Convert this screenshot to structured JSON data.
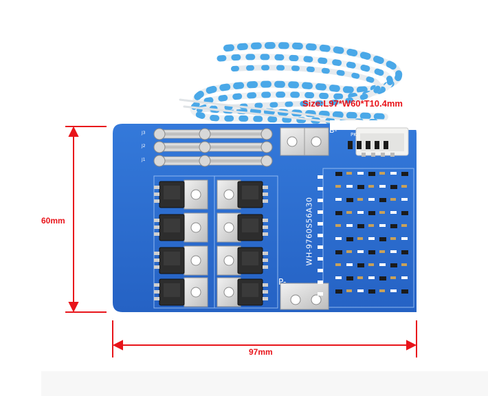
{
  "size_text": "Size:L97*W60*T10.4mm",
  "width_text": "97mm",
  "height_text": "60mm",
  "board": {
    "model_text": "WH-9760S56A30",
    "b_minus": "B-",
    "pk": "PK",
    "p_minus": "P-",
    "jumpers": [
      "J3",
      "J2",
      "J1"
    ]
  },
  "colors": {
    "pcb": "#2b6fd0",
    "pcb_dark": "#1e5ab5",
    "dimension": "#e8141a",
    "wire_stripe": "#4aa8e8"
  }
}
